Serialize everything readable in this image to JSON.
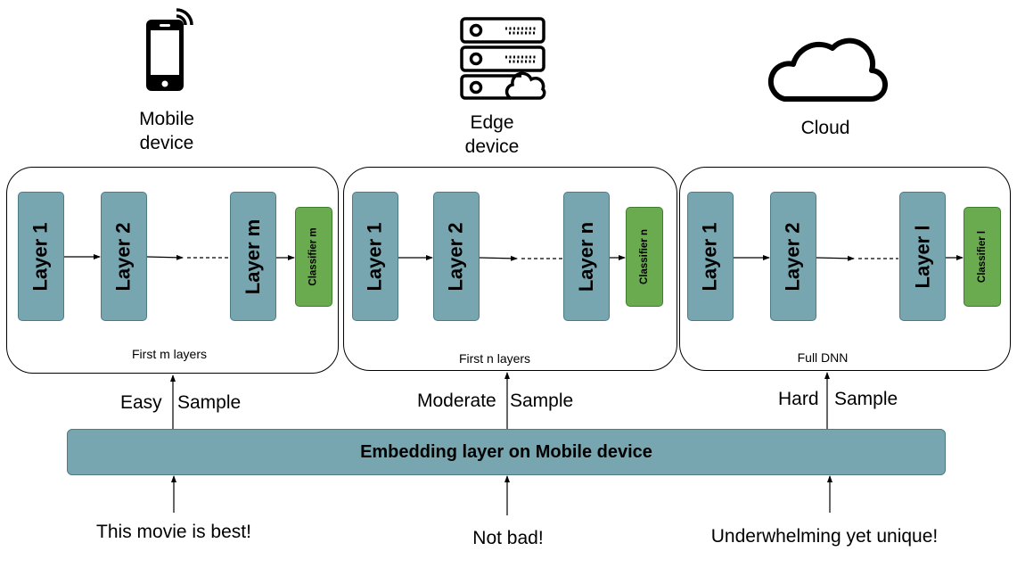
{
  "tiers": [
    {
      "id": "mobile",
      "icon": "smartphone-icon",
      "label": "Mobile\ndevice",
      "layers": [
        "Layer 1",
        "Layer 2",
        "Layer m"
      ],
      "classifier": "Classifier m",
      "caption": "First m layers",
      "sample_left": "Easy",
      "sample_right": "Sample",
      "input": "This movie is best!"
    },
    {
      "id": "edge",
      "icon": "server-rack-icon",
      "label": "Edge\ndevice",
      "layers": [
        "Layer 1",
        "Layer 2",
        "Layer n"
      ],
      "classifier": "Classifier n",
      "caption": "First n layers",
      "sample_left": "Moderate",
      "sample_right": "Sample",
      "input": "Not bad!"
    },
    {
      "id": "cloud",
      "icon": "cloud-icon",
      "label": "Cloud",
      "layers": [
        "Layer 1",
        "Layer 2",
        "Layer l"
      ],
      "classifier": "Classifier l",
      "caption": "Full DNN",
      "sample_left": "Hard",
      "sample_right": "Sample",
      "input": "Underwhelming yet unique!"
    }
  ],
  "embedding": "Embedding layer on Mobile device",
  "colors": {
    "layer_fill": "#78a6b0",
    "classifier_fill": "#6aab4f"
  }
}
